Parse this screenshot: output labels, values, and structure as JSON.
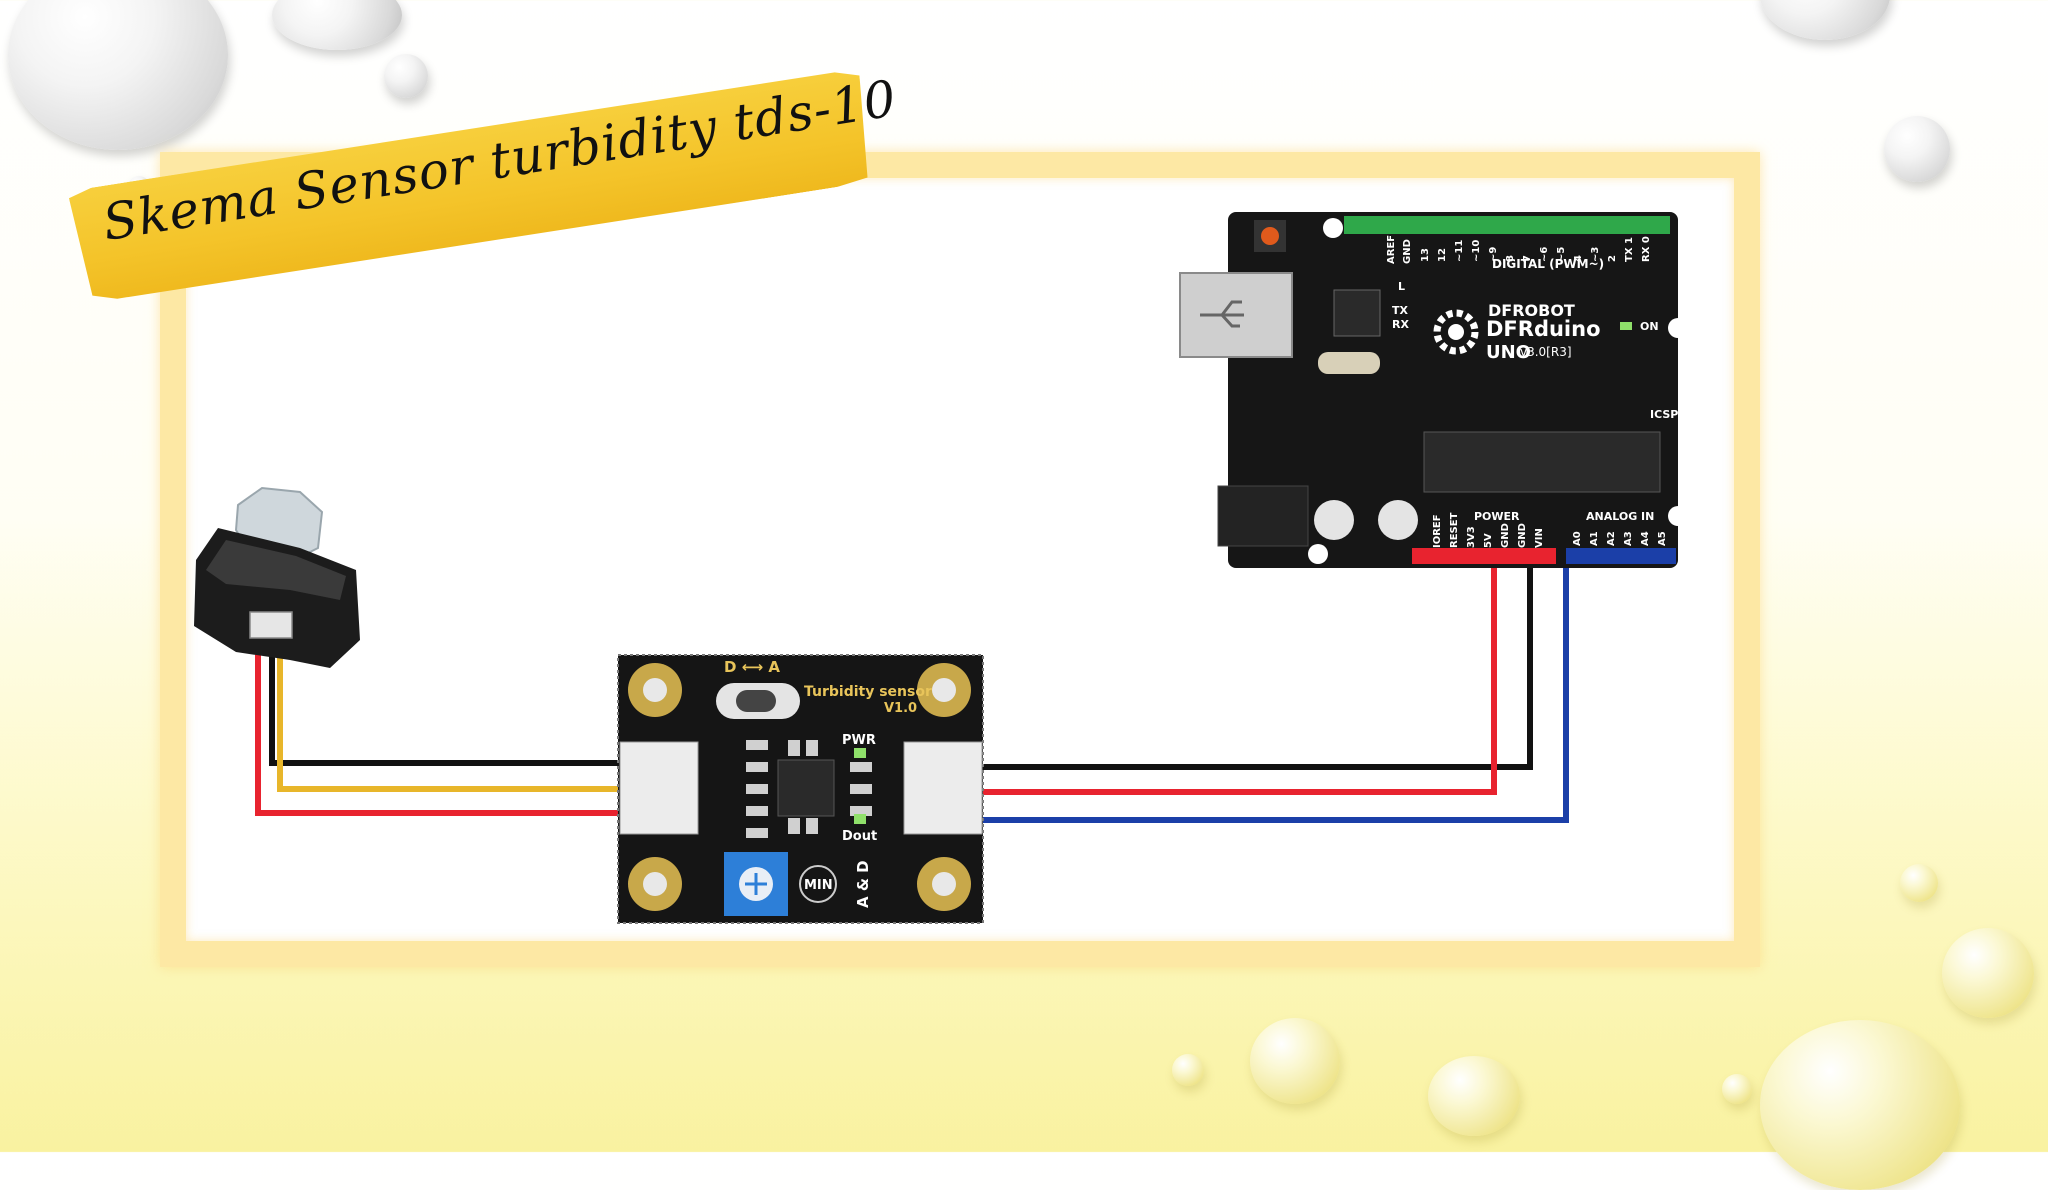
{
  "slide": {
    "title": "Skema Sensor turbidity tds-10"
  },
  "arduino": {
    "brand": "DFROBOT",
    "model": "DFRduino",
    "version": "UNO",
    "revision": "v3.0[R3]",
    "digital_label": "DIGITAL (PWM~)",
    "power_label": "POWER",
    "analog_label": "ANALOG IN",
    "icsp_label": "ICSP",
    "on_label": "ON",
    "l_label": "L",
    "tx_label": "TX",
    "rx_label": "RX",
    "aref_label": "AREF",
    "gnd_label": "GND",
    "digital_pins": [
      "13",
      "12",
      "~11",
      "~10",
      "~9",
      "8",
      "7",
      "~6",
      "~5",
      "4",
      "~3",
      "2",
      "TX 1",
      "RX 0"
    ],
    "power_pins": [
      "IOREF",
      "RESET",
      "3V3",
      "5V",
      "GND",
      "GND",
      "VIN"
    ],
    "analog_pins": [
      "A0",
      "A1",
      "A2",
      "A3",
      "A4",
      "A5"
    ]
  },
  "sensor_board": {
    "title": "Turbidity sensor",
    "version": "V1.0",
    "switch_label": "D ⟷ A",
    "pwr_label": "PWR",
    "dout_label": "Dout",
    "min_label": "MIN",
    "mode_label": "A & D"
  },
  "wire_colors": {
    "black": "#111111",
    "red": "#e8232f",
    "yellow": "#e8b62a",
    "blue": "#1b3fa8"
  }
}
